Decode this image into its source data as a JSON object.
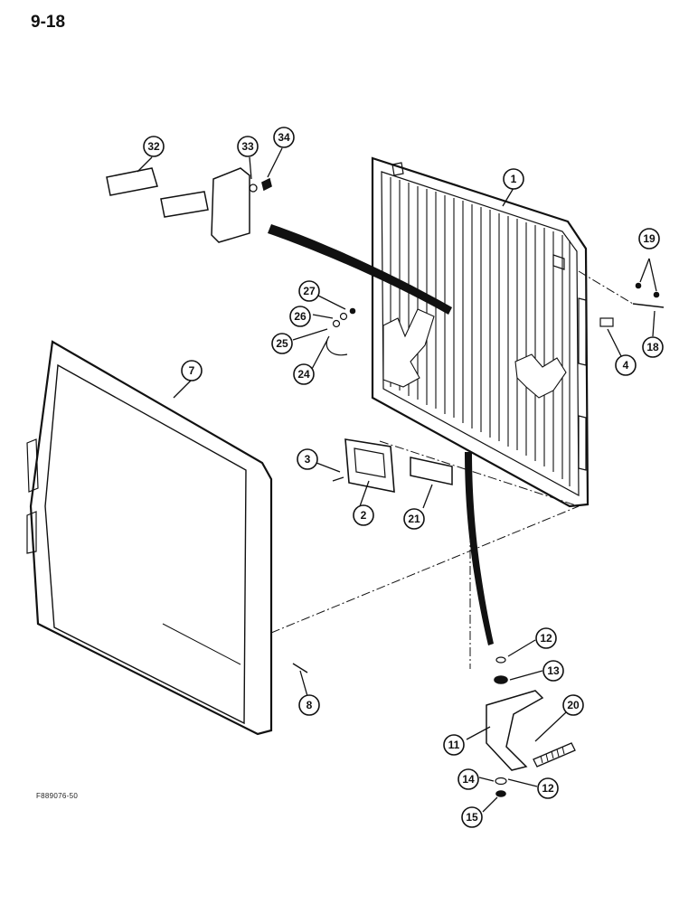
{
  "page_number": "9-18",
  "figure_code": "F889076-50",
  "callouts": [
    "1",
    "2",
    "3",
    "4",
    "7",
    "8",
    "11",
    "12",
    "12",
    "13",
    "14",
    "15",
    "18",
    "19",
    "20",
    "21",
    "24",
    "25",
    "26",
    "27",
    "32",
    "33",
    "34"
  ]
}
